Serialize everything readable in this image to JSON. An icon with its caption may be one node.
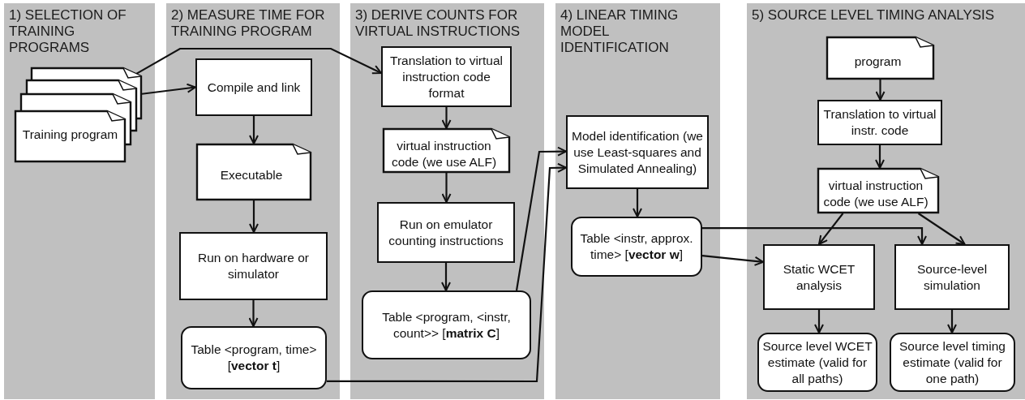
{
  "diagram": {
    "nodes": [
      {
        "text": [
          "1) SELECTION OF TRAINING PROGRAMS"
        ]
      },
      {
        "text": [
          "Training program"
        ],
        "in": 0
      },
      {
        "text": [
          "2) MEASURE TIME FOR TRAINING PROGRAM"
        ]
      },
      {
        "text": [
          "Compile and link"
        ],
        "in": 2
      },
      {
        "text": [
          "Executable"
        ],
        "in": 2
      },
      {
        "text": [
          "Run on hardware or simulator"
        ],
        "in": 2
      },
      {
        "text": [
          "Table <program, time> [**vector t**]"
        ],
        "in": 2
      },
      {
        "text": [
          "3) DERIVE COUNTS FOR VIRTUAL INSTRUCTIONS"
        ]
      },
      {
        "text": [
          "Translation to virtual instruction code format"
        ],
        "in": 7
      },
      {
        "text": [
          "virtual instruction code (we use ALF)"
        ],
        "in": 7
      },
      {
        "text": [
          "Run on emulator counting instructions"
        ],
        "in": 7
      },
      {
        "text": [
          "Table <program, <instr, count>> [**matrix C**]"
        ],
        "in": 7
      },
      {
        "text": [
          "4) LINEAR TIMING MODEL IDENTIFICATION"
        ]
      },
      {
        "text": [
          "Model identification (we use Least-squares and Simulated Annealing)"
        ],
        "in": 12
      },
      {
        "text": [
          "Table <instr, approx. time> [**vector w**]"
        ],
        "in": 12
      },
      {
        "text": [
          "5) SOURCE LEVEL TIMING ANALYSIS"
        ]
      },
      {
        "text": [
          "program"
        ],
        "in": 15
      },
      {
        "text": [
          "Translation to virtual instr. code"
        ],
        "in": 15
      },
      {
        "text": [
          "virtual instruction code (we use ALF)"
        ],
        "in": 15
      },
      {
        "text": [
          "Static WCET analysis"
        ],
        "in": 15
      },
      {
        "text": [
          "Source-level simulation"
        ],
        "in": 15
      },
      {
        "text": [
          "Source level WCET estimate (valid for all paths)"
        ],
        "in": 15
      },
      {
        "text": [
          "Source level timing estimate (valid for one path)"
        ],
        "in": 15
      }
    ],
    "edges": [
      {
        "from": 1,
        "to": 3,
        "arrow": "to"
      },
      {
        "from": 1,
        "to": 8,
        "arrow": "to"
      },
      {
        "from": 3,
        "to": 4,
        "arrow": "to"
      },
      {
        "from": 4,
        "to": 5,
        "arrow": "to"
      },
      {
        "from": 5,
        "to": 6,
        "arrow": "to"
      },
      {
        "from": 6,
        "to": 13,
        "arrow": "to"
      },
      {
        "from": 8,
        "to": 9,
        "arrow": "to"
      },
      {
        "from": 9,
        "to": 10,
        "arrow": "to"
      },
      {
        "from": 10,
        "to": 11,
        "arrow": "to"
      },
      {
        "from": 11,
        "to": 13,
        "arrow": "to"
      },
      {
        "from": 13,
        "to": 14,
        "arrow": "to"
      },
      {
        "from": 16,
        "to": 17,
        "arrow": "to"
      },
      {
        "from": 17,
        "to": 18,
        "arrow": "to"
      },
      {
        "from": 18,
        "to": 19,
        "arrow": "to"
      },
      {
        "from": 18,
        "to": 20,
        "arrow": "to"
      },
      {
        "from": 14,
        "to": 19,
        "arrow": "to"
      },
      {
        "from": 14,
        "to": 20,
        "arrow": "to"
      },
      {
        "from": 19,
        "to": 21,
        "arrow": "to"
      },
      {
        "from": 20,
        "to": 22,
        "arrow": "to"
      }
    ]
  }
}
